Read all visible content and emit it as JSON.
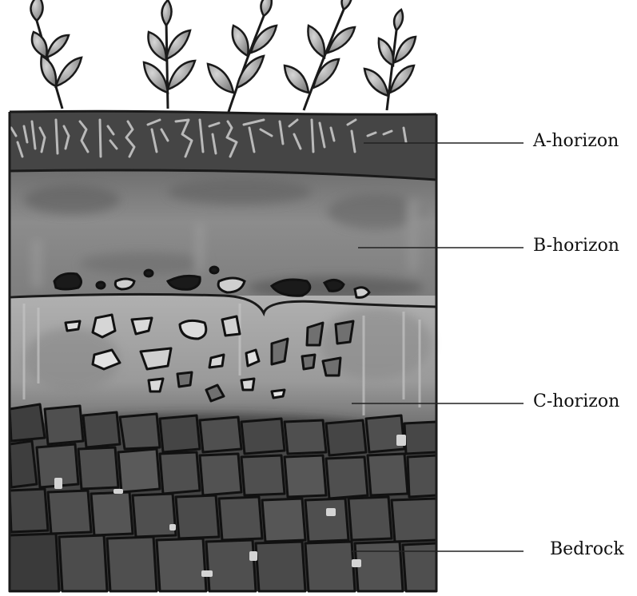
{
  "labels": {
    "a_horizon": "A-horizon",
    "b_horizon": "B-horizon",
    "c_horizon": "C-horizon",
    "bedrock": "Bedrock"
  },
  "colors": {
    "a_horizon": "#4a4a4a",
    "b_horizon": "#8a8a8a",
    "c_horizon": "#a4a4a4",
    "bedrock": "#5e5e5e",
    "leaf": "#a6a6a6",
    "outline": "#1a1a1a",
    "leader_line": "#222222"
  },
  "icons": {
    "plant": "plant-icon",
    "pebble": "pebble-icon",
    "rock": "rock-icon"
  }
}
